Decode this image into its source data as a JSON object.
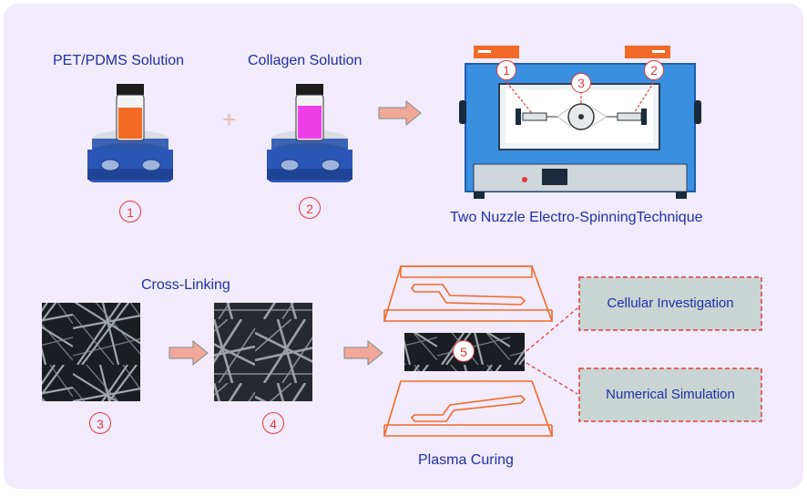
{
  "labels": {
    "pet_pdms": "PET/PDMS Solution",
    "collagen": "Collagen Solution",
    "electrospinning": "Two Nuzzle Electro-SpinningTechnique",
    "cross_linking": "Cross-Linking",
    "plasma_curing": "Plasma Curing",
    "cellular": "Cellular Investigation",
    "numerical": "Numerical Simulation",
    "plus": "+"
  },
  "steps": [
    "1",
    "2",
    "3",
    "4",
    "5"
  ],
  "device_callouts": [
    "1",
    "3",
    "2"
  ],
  "colors": {
    "background": "#f1ebfb",
    "text_blue": "#1f2fa8",
    "accent_red": "#e23a3a",
    "orange_outline": "#f26a2a",
    "machine_blue": "#3a8fe0",
    "box_fill": "#c9d5d2",
    "arrow_fill": "#f2a898"
  }
}
